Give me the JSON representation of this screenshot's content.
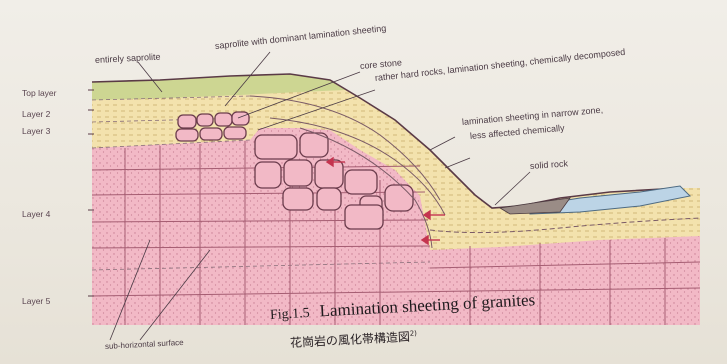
{
  "figure": {
    "caption_number": "Fig.1.5",
    "caption_title": "Lamination sheeting of granites",
    "caption_japanese": "花崗岩の風化帯構造図",
    "caption_ref": "2)"
  },
  "layers": [
    {
      "key": "top",
      "label": "Top layer"
    },
    {
      "key": "layer2",
      "label": "Layer 2"
    },
    {
      "key": "layer3",
      "label": "Layer 3"
    },
    {
      "key": "layer4",
      "label": "Layer 4"
    },
    {
      "key": "layer5",
      "label": "Layer 5"
    }
  ],
  "annotations": {
    "entirely_saprolite": "entirely saprolite",
    "saprolite_sheeting": "saprolite with dominant lamination sheeting",
    "core_stone": "core stone",
    "hard_rocks": "rather hard rocks, lamination sheeting, chemically decomposed",
    "narrow_zone": "lamination sheeting in narrow zone,",
    "less_affected": "less affected chemically",
    "solid_rock": "solid rock",
    "sub_horizontal": "sub-horizontal surface"
  },
  "colors": {
    "pink_rock": "#f2b9c6",
    "yellow_soil": "#f1dfa6",
    "green_top": "#c9d48c",
    "water": "#bcd4e6",
    "outline": "#5a3a46"
  }
}
